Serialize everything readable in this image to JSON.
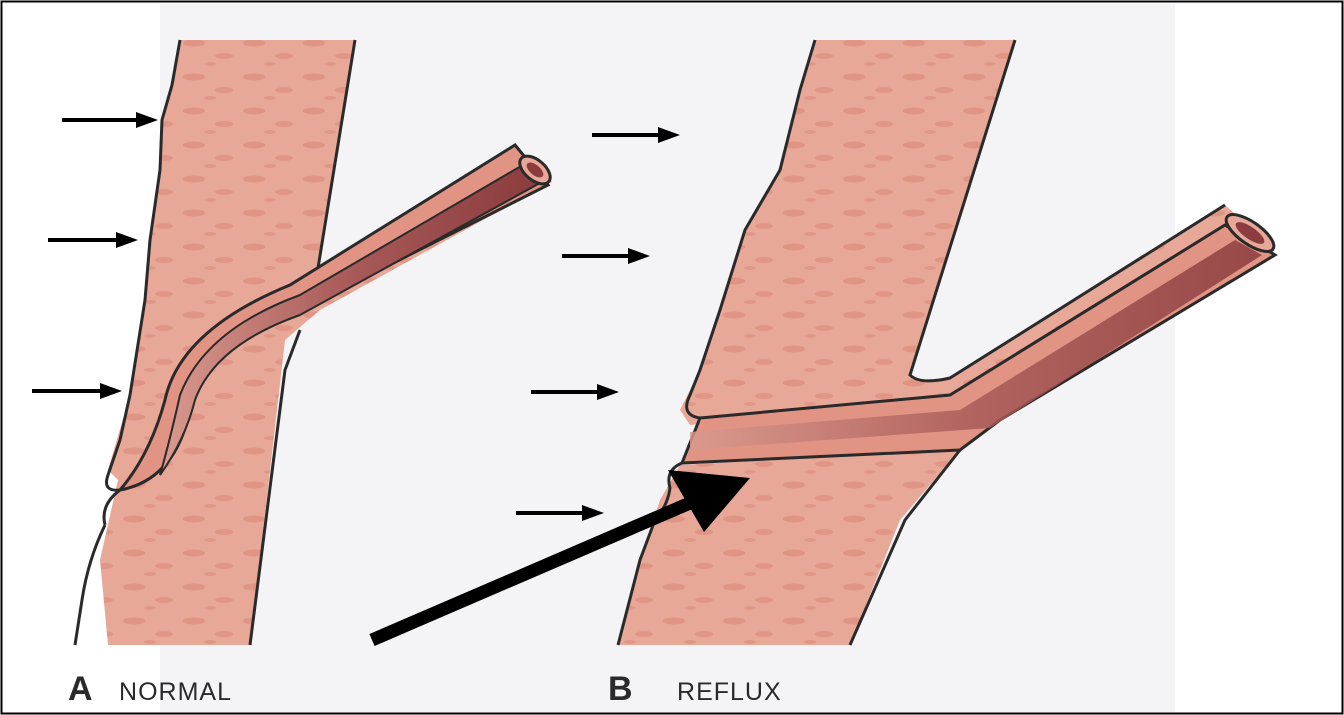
{
  "panels": [
    {
      "letter": "A",
      "caption": "NORMAL"
    },
    {
      "letter": "B",
      "caption": "REFLUX"
    }
  ],
  "colors": {
    "background": "#ffffff",
    "paper_tint": "#f4f4f6",
    "wall_tissue": "#e8a898",
    "tissue_blotch": "#d98272",
    "ureter_lumen": "#a85a58",
    "ureter_lumen_dark": "#8a3c3e",
    "outline": "#2a2a2a",
    "arrow": "#000000"
  },
  "icons": {
    "small_arrows": "right-arrow-icon",
    "pointer_arrow": "large-pointer-arrow-icon"
  }
}
